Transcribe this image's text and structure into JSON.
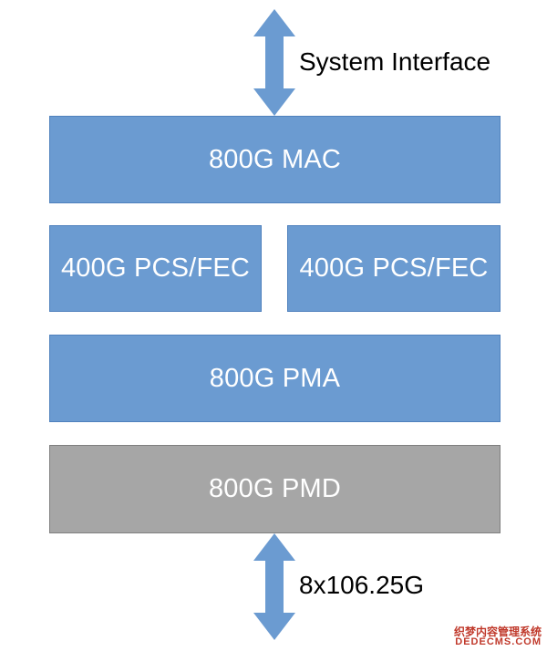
{
  "diagram": {
    "top_label": "System Interface",
    "bottom_label": "8x106.25G",
    "blocks": {
      "mac": "800G MAC",
      "pcs_left": "400G PCS/FEC",
      "pcs_right": "400G PCS/FEC",
      "pma": "800G PMA",
      "pmd": "800G PMD"
    },
    "colors": {
      "blue_block": "#6b9bd1",
      "blue_border": "#4f81bd",
      "gray_block": "#a6a6a6",
      "arrow": "#6b9bd1"
    }
  },
  "watermark": {
    "line1": "织梦内容管理系统",
    "line2": "DEDECMS.COM"
  }
}
